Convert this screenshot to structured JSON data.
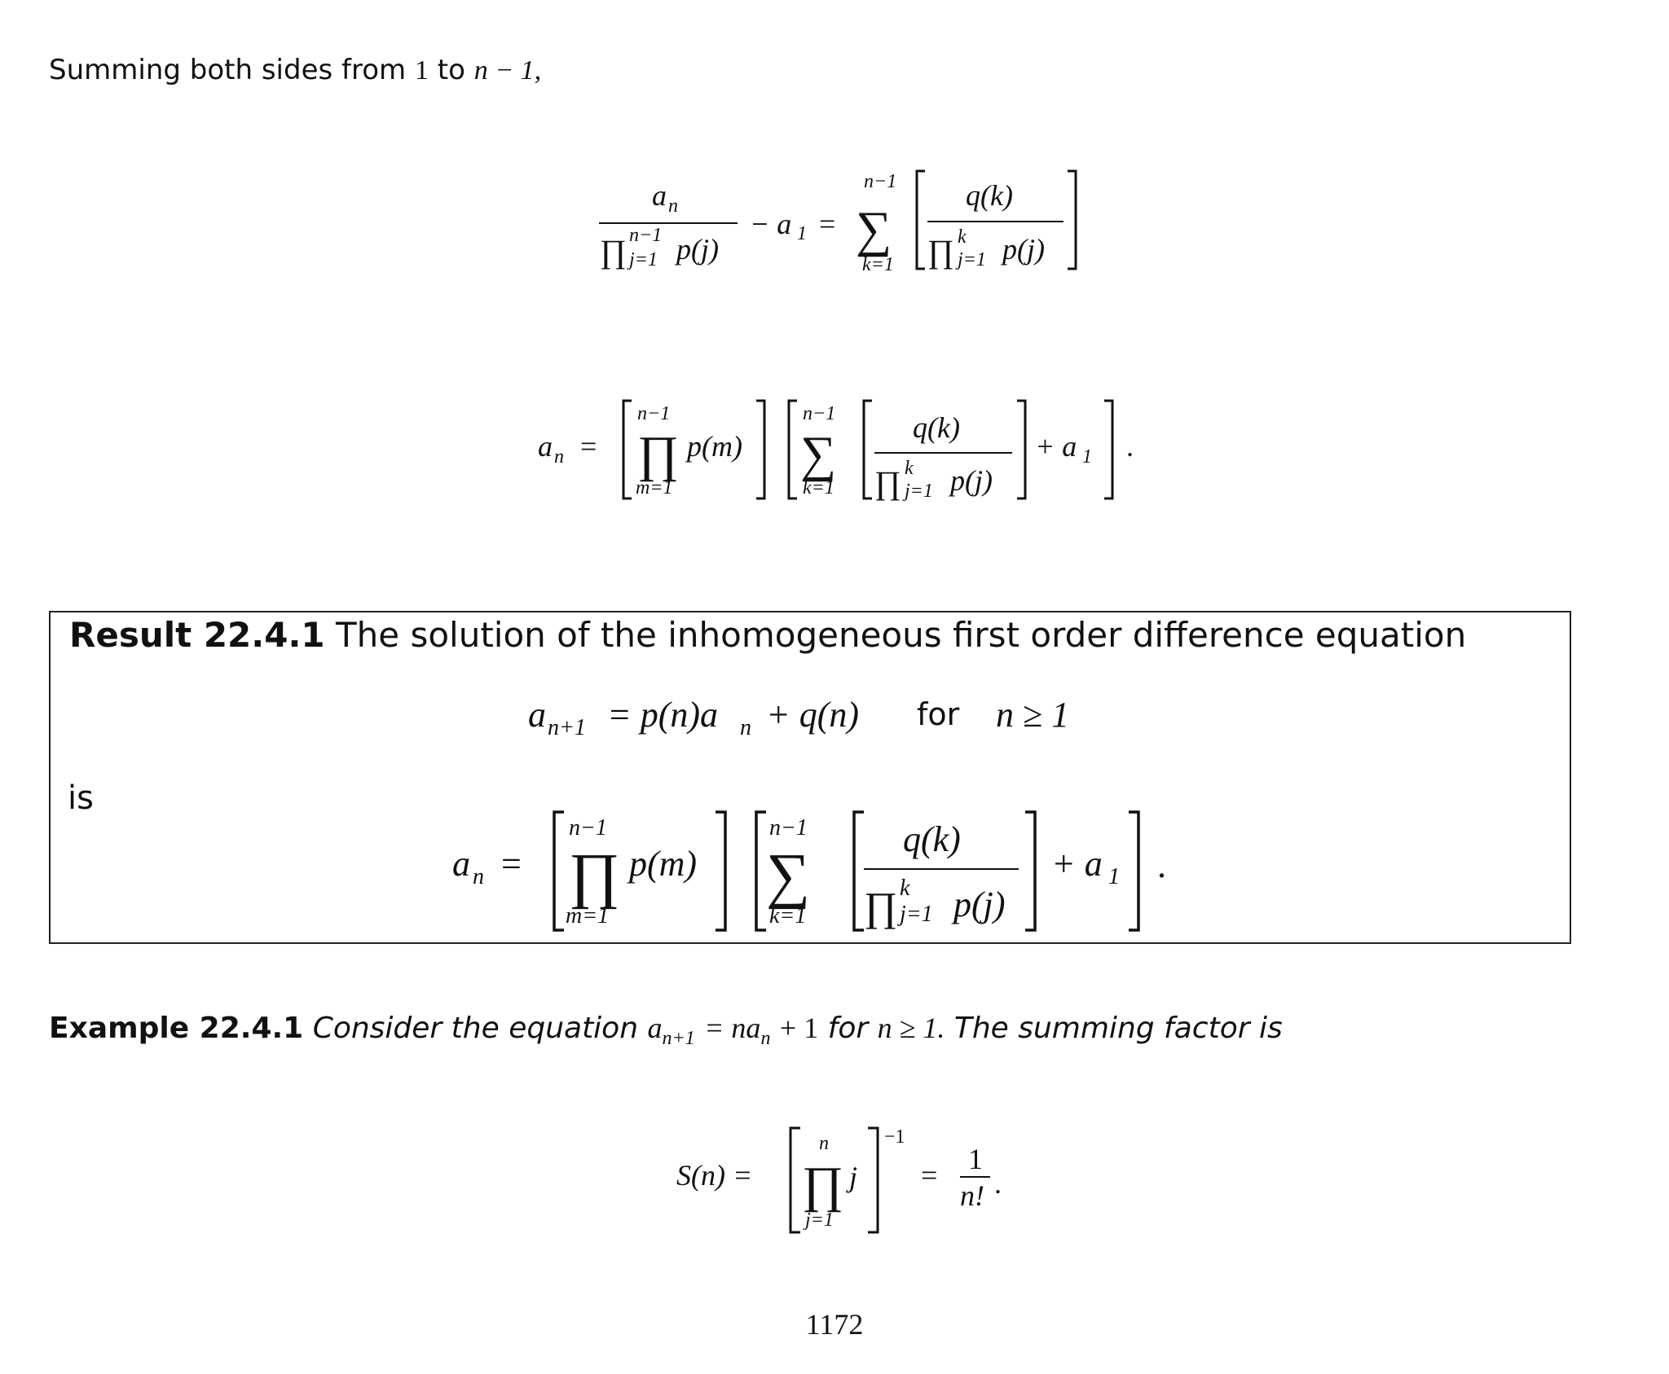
{
  "intro": {
    "text": "Summing both sides from",
    "from": "1",
    "to_word": "to",
    "to_expr": "n − 1,"
  },
  "equation1": {
    "numerator": "a",
    "numerator_sub": "n",
    "prod_symbol": "∏",
    "prod_upper": "n−1",
    "prod_lower": "j=1",
    "prod_body": "p(j)",
    "minus_term": "− a",
    "minus_sub": "1",
    "equals": "=",
    "sum_symbol": "∑",
    "sum_upper": "n−1",
    "sum_lower": "k=1",
    "inner_numerator": "q(k)",
    "inner_prod_upper": "k",
    "inner_prod_lower": "j=1",
    "inner_prod_body": "p(j)"
  },
  "equation2": {
    "lhs": "a",
    "lhs_sub": "n",
    "equals": "=",
    "prod_upper": "n−1",
    "prod_lower": "m=1",
    "prod_body": "p(m)",
    "sum_upper": "n−1",
    "sum_lower": "k=1",
    "inner_numerator": "q(k)",
    "inner_prod_upper": "k",
    "inner_prod_lower": "j=1",
    "inner_prod_body": "p(j)",
    "plus_term": "+ a",
    "plus_sub": "1",
    "period": "."
  },
  "result": {
    "label": "Result 22.4.1",
    "text": "The solution of the inhomogeneous first order difference equation",
    "recurrence_lhs": "a",
    "recurrence_lhs_sub": "n+1",
    "recurrence_rhs": "= p(n)a",
    "recurrence_rhs_sub": "n",
    "recurrence_tail": "+ q(n)",
    "for_word": "for",
    "condition": "n ≥ 1",
    "is_word": "is"
  },
  "example": {
    "label": "Example 22.4.1",
    "text_a": "Consider the equation",
    "eq_lhs": "a",
    "eq_lhs_sub": "n+1",
    "eq_rhs": "= na",
    "eq_rhs_sub": "n",
    "eq_tail": "+ 1",
    "for_word": "for",
    "condition": "n ≥ 1.",
    "text_b": "The summing factor is"
  },
  "summing_factor": {
    "lhs": "S(n) =",
    "prod_upper": "n",
    "prod_lower": "j=1",
    "prod_body": "j",
    "exponent": "−1",
    "equals": "=",
    "frac_num": "1",
    "frac_den": "n!",
    "period": "."
  },
  "page_number": "1172"
}
